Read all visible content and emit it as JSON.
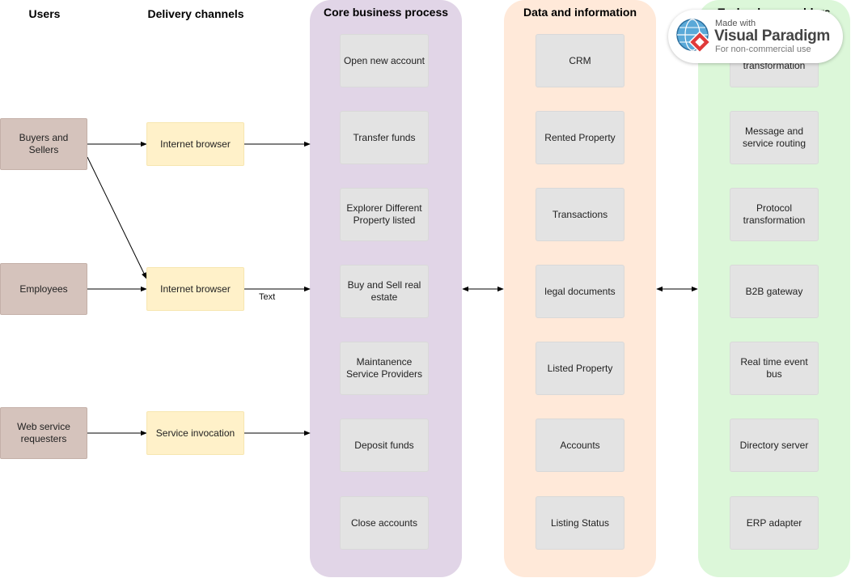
{
  "headers": {
    "users": "Users",
    "channels": "Delivery channels",
    "core": "Core business process",
    "data": "Data and information",
    "tech": "Technology enablers"
  },
  "users": [
    "Buyers and Sellers",
    "Employees",
    "Web service requesters"
  ],
  "channels": [
    "Internet browser",
    "Internet browser",
    "Service invocation"
  ],
  "core_items": [
    "Open new account",
    "Transfer funds",
    "Explorer Different Property listed",
    "Buy and Sell real estate",
    "Maintanence Service Providers",
    "Deposit funds",
    "Close accounts"
  ],
  "data_items": [
    "CRM",
    "Rented Property",
    "Transactions",
    "legal documents",
    "Listed Property",
    "Accounts",
    "Listing Status"
  ],
  "tech_items": [
    "transformation",
    "Message and service routing",
    "Protocol transformation",
    "B2B gateway",
    "Real time event bus",
    "Directory server",
    "ERP adapter"
  ],
  "edge_label": "Text",
  "watermark": {
    "made_with": "Made with",
    "brand": "Visual Paradigm",
    "note": "For non-commercial use"
  },
  "colors": {
    "user_box": "#d5c3bc",
    "channel_box": "#fff1c9",
    "core_lane": "#e1d5e7",
    "data_lane": "#ffe9d9",
    "tech_lane": "#dcf7d9",
    "item_box": "#e3e3e3"
  }
}
